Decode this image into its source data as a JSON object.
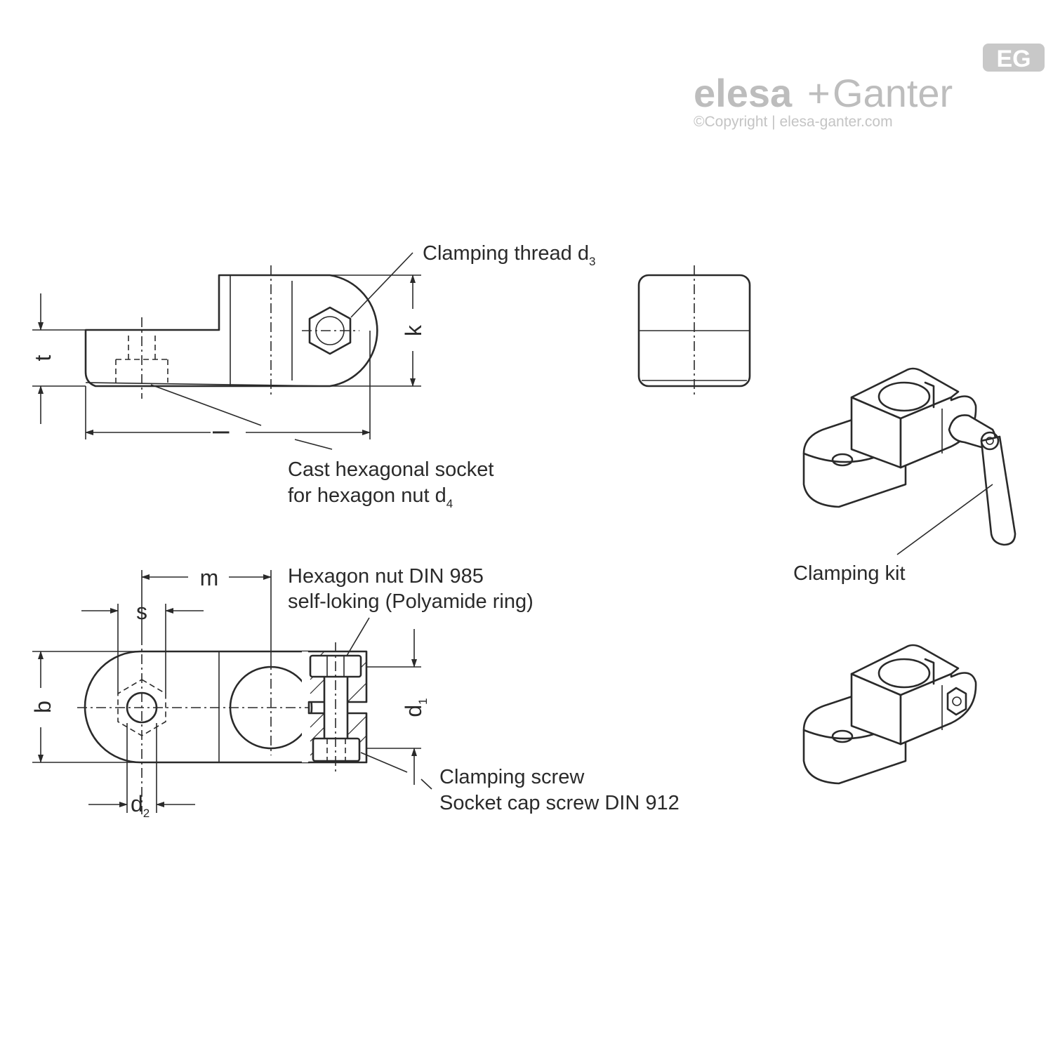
{
  "logo": {
    "brand_left": "elesa",
    "brand_plus": "+",
    "brand_right": "Ganter",
    "badge": "EG",
    "copyright": "©Copyright | elesa-ganter.com"
  },
  "labels": {
    "clamping_thread": "Clamping thread d",
    "clamping_thread_sub": "3",
    "cast_socket_line1": "Cast hexagonal socket",
    "cast_socket_line2": "for hexagon nut d",
    "cast_socket_sub": "4",
    "hex_nut_line1": "Hexagon nut DIN 985",
    "hex_nut_line2": "self-loking (Polyamide ring)",
    "clamping_screw_line1": "Clamping screw",
    "clamping_screw_line2": "Socket cap screw DIN 912",
    "clamping_kit": "Clamping kit"
  },
  "dimensions": {
    "t": "t",
    "k": "k",
    "l": "l",
    "m": "m",
    "s": "s",
    "b": "b",
    "d1": "d",
    "d1_sub": "1",
    "d2": "d",
    "d2_sub": "2"
  },
  "colors": {
    "line": "#2a2a2a",
    "logo_grey": "#bdbdbd"
  }
}
